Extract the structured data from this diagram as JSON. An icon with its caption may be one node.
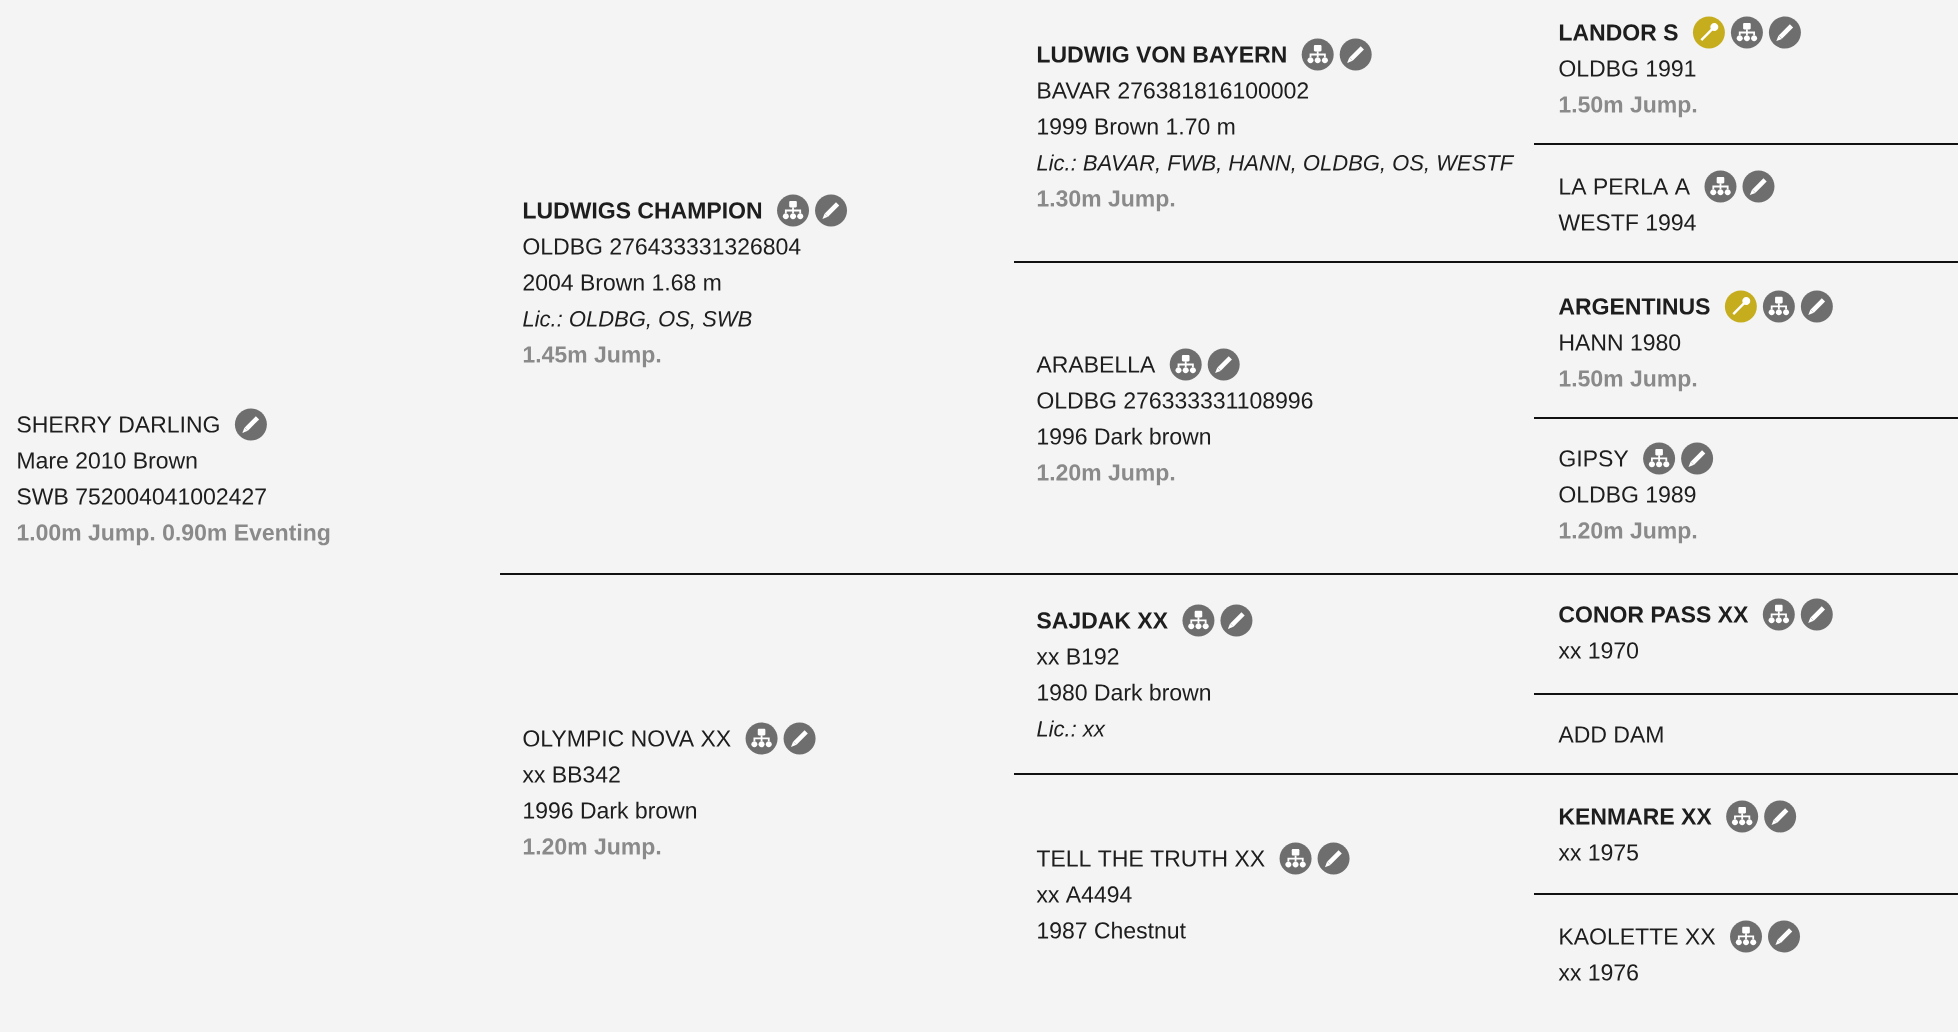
{
  "diagram": {
    "nodes": [
      {
        "text": [
          "SHERRY DARLING",
          "Mare 2010 Brown",
          "SWB 752004041002427",
          "1.00m Jump. 0.90m Eventing"
        ]
      },
      {
        "text": [
          "LUDWIGS CHAMPION",
          "OLDBG 276433331326804",
          "2004 Brown 1.68 m",
          "Lic.: OLDBG, OS, SWB",
          "1.45m Jump."
        ]
      },
      {
        "text": [
          "OLYMPIC NOVA XX",
          "xx BB342",
          "1996 Dark brown",
          "1.20m Jump."
        ]
      },
      {
        "text": [
          "LUDWIG VON BAYERN",
          "BAVAR 276381816100002",
          "1999 Brown 1.70 m",
          "Lic.: BAVAR, FWB, HANN, OLDBG, OS, WESTF",
          "1.30m Jump."
        ]
      },
      {
        "text": [
          "ARABELLA",
          "OLDBG 276333331108996",
          "1996 Dark brown",
          "1.20m Jump."
        ]
      },
      {
        "text": [
          "SAJDAK XX",
          "xx B192",
          "1980 Dark brown",
          "Lic.: xx"
        ]
      },
      {
        "text": [
          "TELL THE TRUTH XX",
          "xx A4494",
          "1987 Chestnut"
        ]
      },
      {
        "text": [
          "LANDOR S",
          "OLDBG 1991",
          "1.50m Jump."
        ]
      },
      {
        "text": [
          "LA PERLA A",
          "WESTF 1994"
        ]
      },
      {
        "text": [
          "ARGENTINUS",
          "HANN 1980",
          "1.50m Jump."
        ]
      },
      {
        "text": [
          "GIPSY",
          "OLDBG 1989",
          "1.20m Jump."
        ]
      },
      {
        "text": [
          "CONOR PASS XX",
          "xx 1970"
        ]
      },
      {
        "text": [
          "ADD DAM"
        ]
      },
      {
        "text": [
          "KENMARE XX",
          "xx 1975"
        ]
      },
      {
        "text": [
          "KAOLETTE XX",
          "xx 1976"
        ]
      }
    ]
  }
}
